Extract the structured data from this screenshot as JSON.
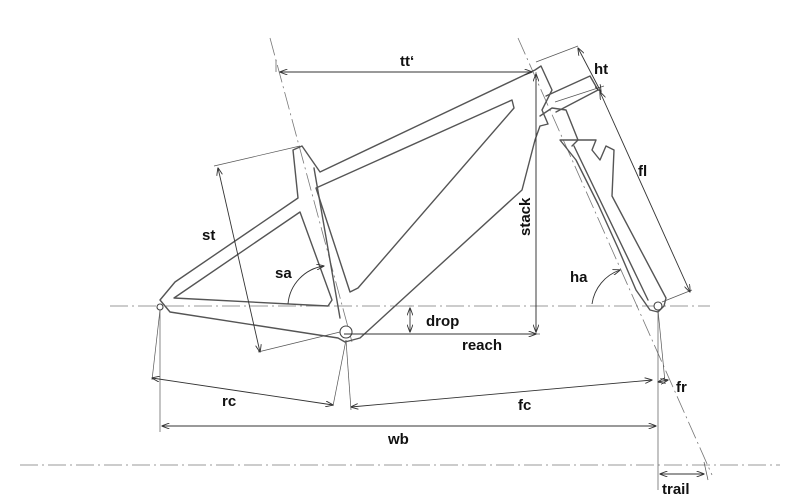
{
  "labels": {
    "top_tube": "tt‘",
    "head_tube": "ht",
    "stack": "stack",
    "fork_length": "fl",
    "seat_tube": "st",
    "seat_angle": "sa",
    "head_angle": "ha",
    "bb_drop": "drop",
    "reach": "reach",
    "rear_center": "rc",
    "front_center": "fc",
    "fork_rake": "fr",
    "wheelbase": "wb",
    "trail": "trail"
  }
}
